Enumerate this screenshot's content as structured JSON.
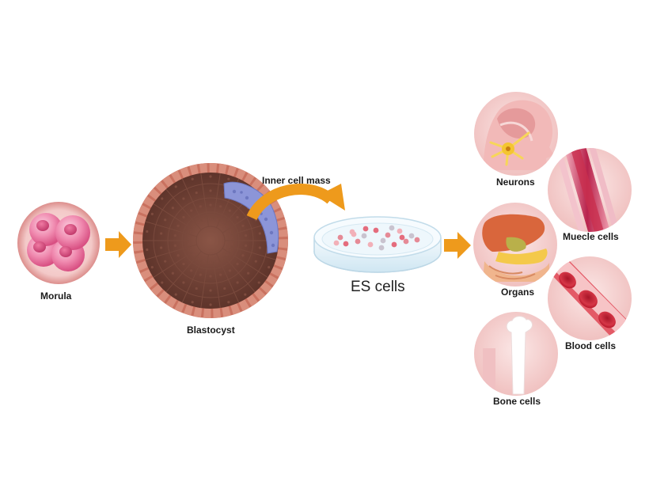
{
  "labels": {
    "morula": "Morula",
    "blastocyst": "Blastocyst",
    "inner_cell_mass": "Inner cell mass",
    "es_cells": "ES cells",
    "neurons": "Neurons",
    "muscle_cells": "Muecle cells",
    "organs": "Organs",
    "blood_cells": "Blood cells",
    "bone_cells": "Bone cells"
  },
  "colors": {
    "arrow": "#ee9a1c",
    "morula_cell": "#ea6f96",
    "blastocyst_wall": "#c9715f",
    "blastocyst_inner": "#6a3e33",
    "inner_cell_mass": "#8c95d8",
    "dish": "#dff0f8",
    "circle_bg": "#f6d6d5"
  }
}
